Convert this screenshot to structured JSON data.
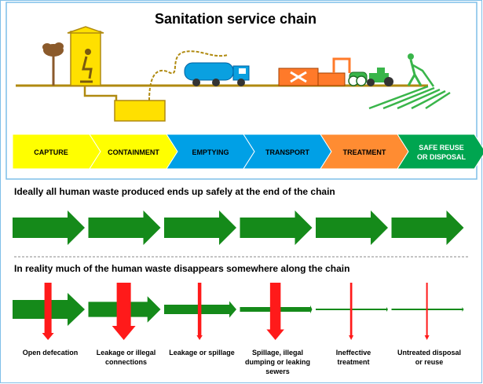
{
  "title": "Sanitation service chain",
  "chain_steps": [
    {
      "label": "CAPTURE",
      "color": "#ffff00",
      "text_color": "#000000"
    },
    {
      "label": "CONTAINMENT",
      "color": "#ffff00",
      "text_color": "#000000"
    },
    {
      "label": "EMPTYING",
      "color": "#00a0e6",
      "text_color": "#000000"
    },
    {
      "label": "TRANSPORT",
      "color": "#00a0e6",
      "text_color": "#000000"
    },
    {
      "label": "TREATMENT",
      "color": "#ff8c32",
      "text_color": "#000000"
    },
    {
      "label": "SAFE REUSE\nOR DISPOSAL",
      "color": "#00a550",
      "text_color": "#ffffff"
    }
  ],
  "ideal_heading": "Ideally all human waste produced  ends up safely at the end of the chain",
  "reality_heading": "In reality much of the human waste disappears  somewhere along the chain",
  "reality_stages": [
    {
      "label": "Open defecation",
      "flow_fraction": 1.0,
      "loss_fraction": 0.5
    },
    {
      "label": "Leakage or illegal\nconnections",
      "flow_fraction": 0.8,
      "loss_fraction": 1.0
    },
    {
      "label": "Leakage or spillage",
      "flow_fraction": 0.5,
      "loss_fraction": 0.25
    },
    {
      "label": "Spillage, illegal\ndumping or leaking\nsewers",
      "flow_fraction": 0.25,
      "loss_fraction": 0.75
    },
    {
      "label": "Ineffective\ntreatment",
      "flow_fraction": 0.08,
      "loss_fraction": 0.15
    },
    {
      "label": "Untreated disposal\nor reuse",
      "flow_fraction": 0.05,
      "loss_fraction": 0.1
    }
  ],
  "colors": {
    "arrow_green": "#158a1a",
    "loss_red": "#ff1a1a",
    "ground": "#b08a10",
    "frame": "#7fbfe8",
    "toilet_yellow": "#ffe000",
    "truck_blue": "#0aa0e0",
    "plant_orange": "#ff7a2a",
    "tractor_green": "#39b54a"
  }
}
